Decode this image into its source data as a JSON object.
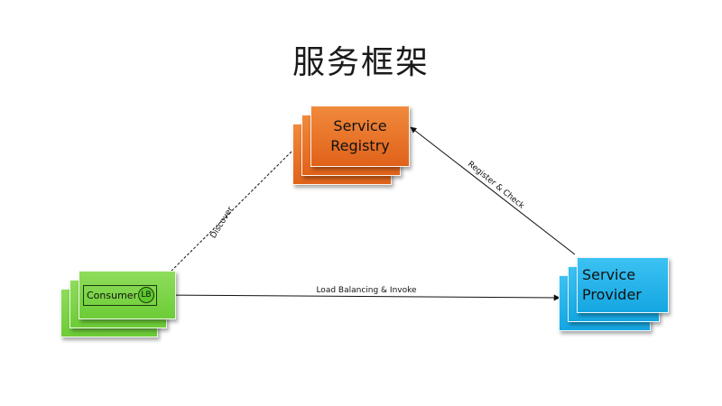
{
  "title": "服务框架",
  "nodes": {
    "registry": {
      "line1": "Service",
      "line2": "Registry",
      "color": "#e8731f"
    },
    "provider": {
      "line1": "Service",
      "line2": "Provider",
      "color": "#1fb0ea"
    },
    "consumer": {
      "label": "Consumer",
      "badge": "LB",
      "color": "#7ad246"
    }
  },
  "edges": {
    "discover": "Discover",
    "register": "Register & Check",
    "invoke": "Load Balancing & Invoke"
  }
}
